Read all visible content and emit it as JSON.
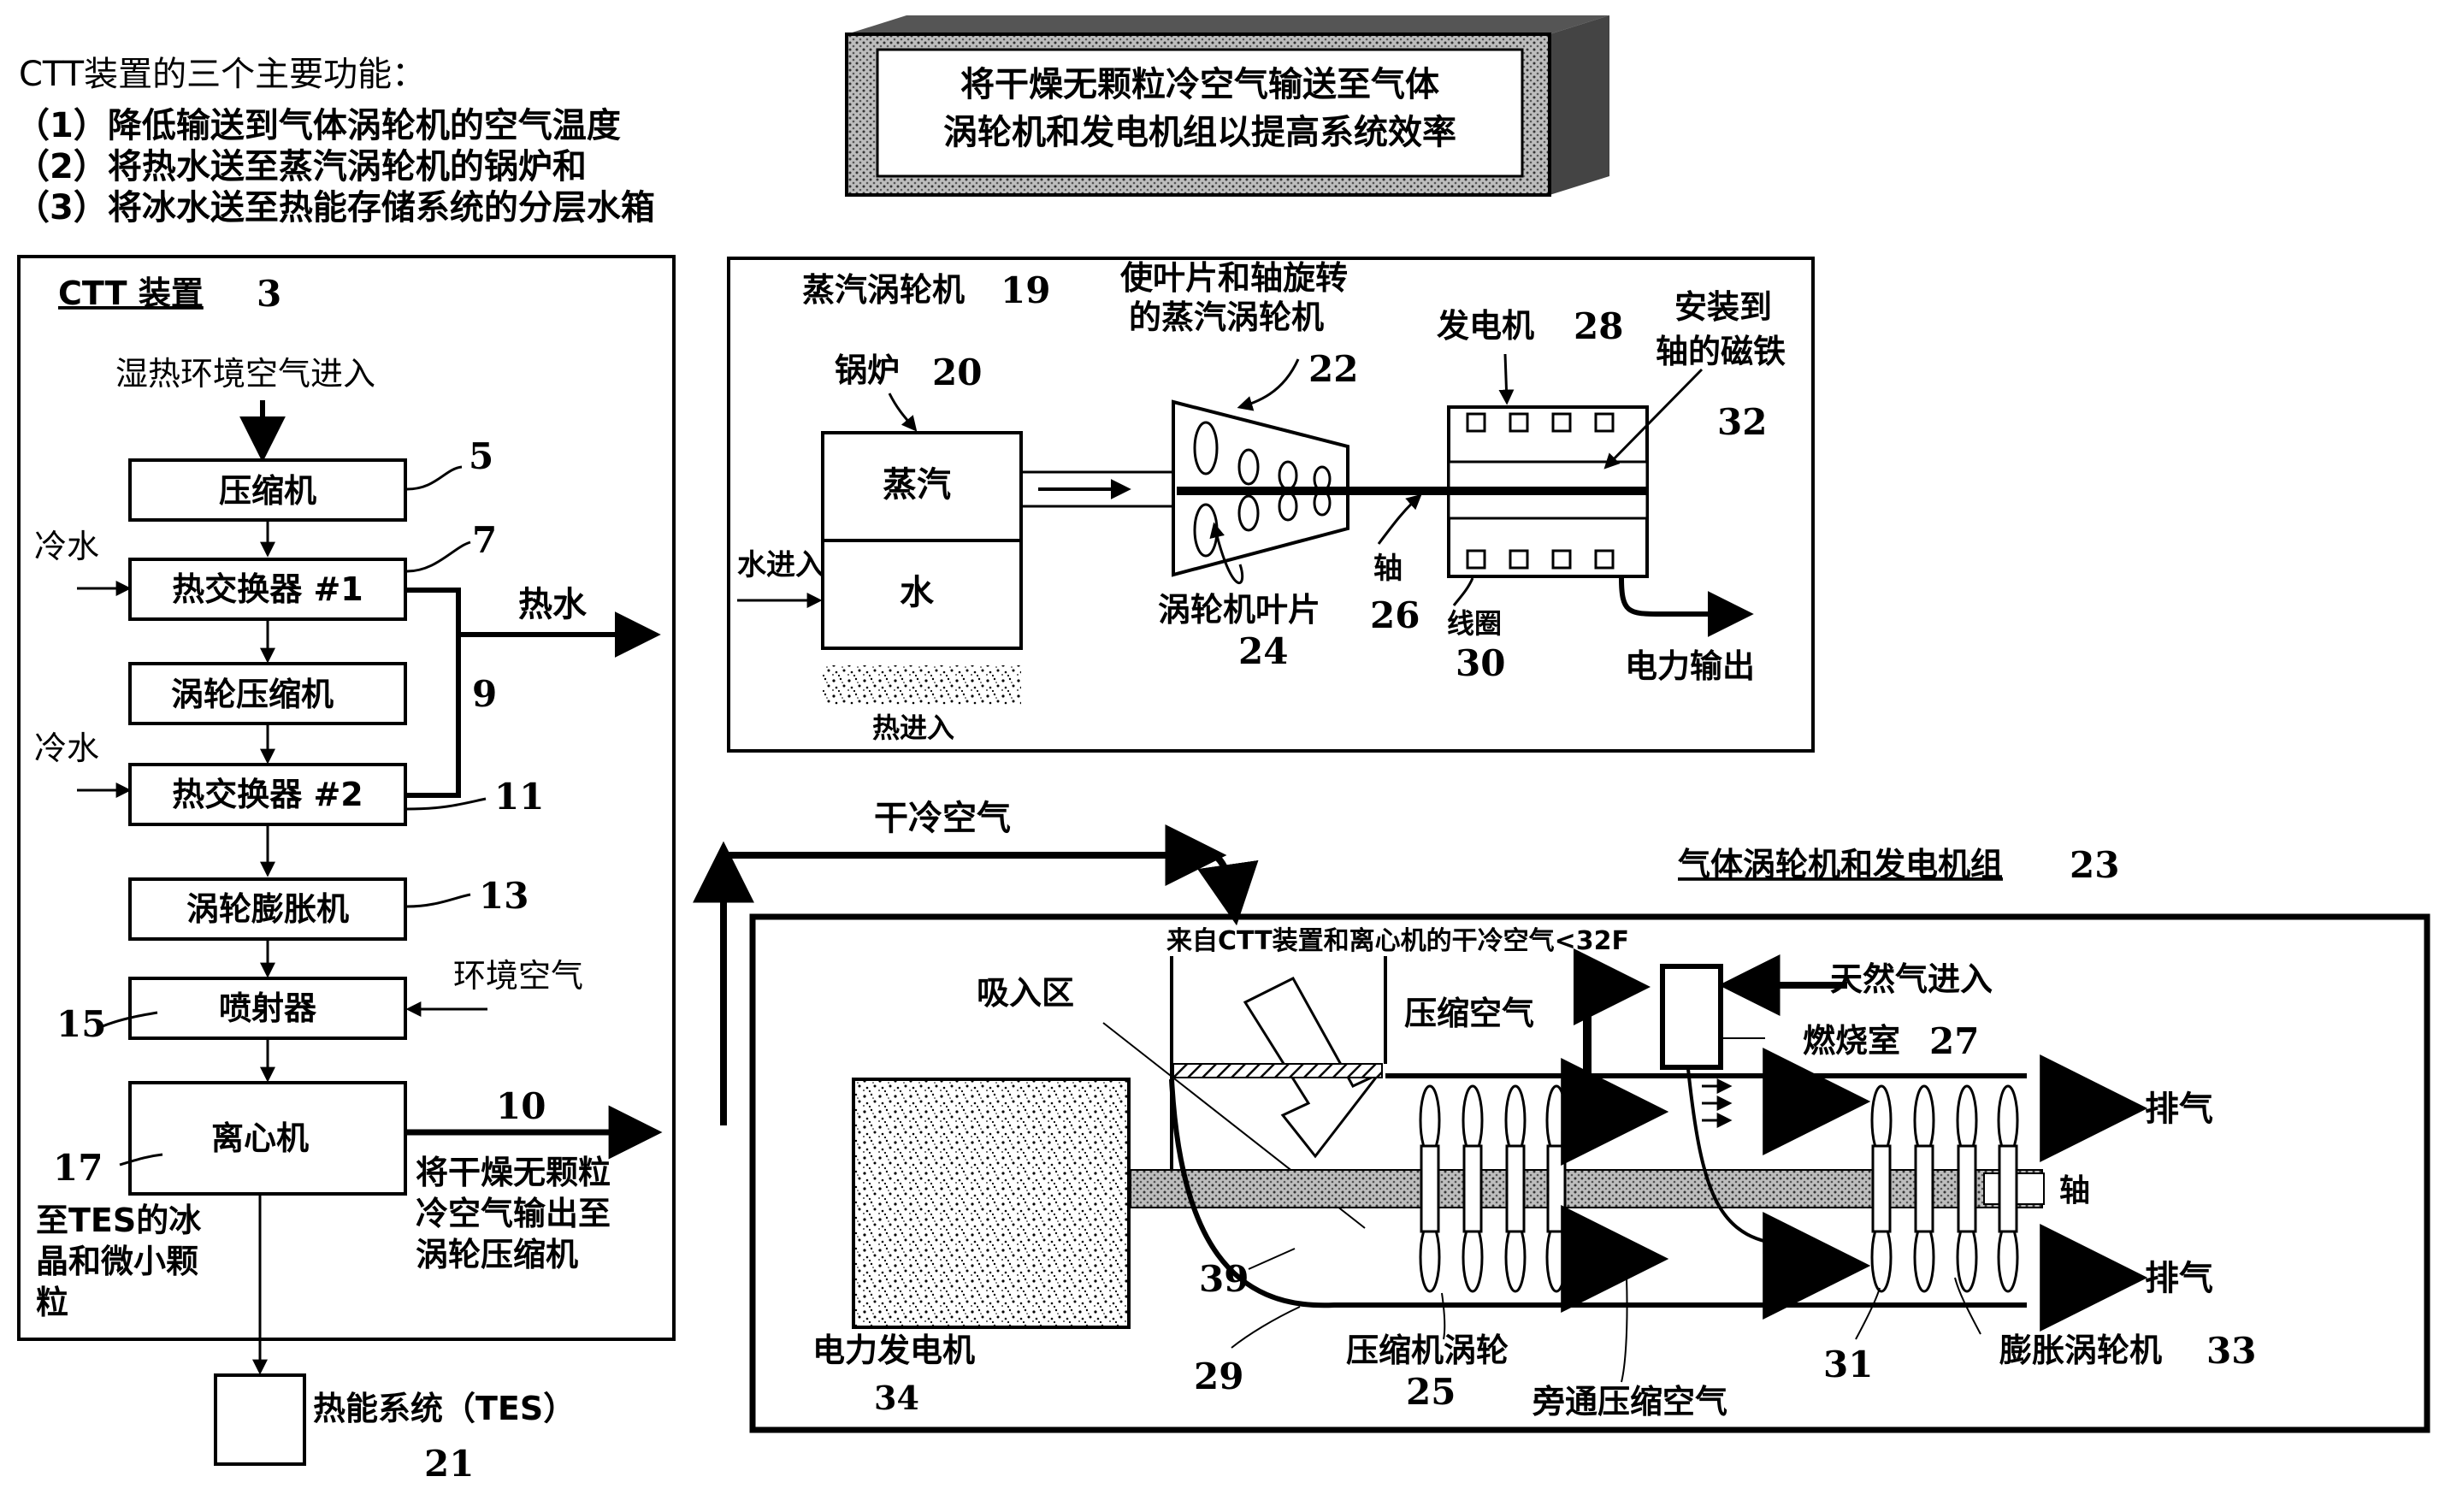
{
  "intro": {
    "title": "CTT装置的三个主要功能：",
    "items": [
      "（1）降低输送到气体涡轮机的空气温度",
      "（2）将热水送至蒸汽涡轮机的锅炉和",
      "（3）将冰水送至热能存储系统的分层水箱"
    ]
  },
  "banner": {
    "line1": "将干燥无颗粒冷空气输送至气体",
    "line2": "涡轮机和发电机组以提高系统效率"
  },
  "ctt": {
    "title": "CTT 装置",
    "title_num": "3",
    "input_label": "湿热环境空气进入",
    "compressor": "压缩机",
    "compressor_num": "5",
    "cold_water_1": "冷水",
    "hx1": "热交换器 #1",
    "hx1_num": "7",
    "hot_water": "热水",
    "turbo_compressor": "涡轮压缩机",
    "turbo_compressor_num": "9",
    "cold_water_2": "冷水",
    "hx2": "热交换器 #2",
    "hx2_num": "11",
    "expander": "涡轮膨胀机",
    "expander_num": "13",
    "ejector": "喷射器",
    "ejector_num": "15",
    "ambient_air": "环境空气",
    "centrifuge": "离心机",
    "centrifuge_num": "17",
    "output_num": "10",
    "output_label": [
      "将干燥无颗粒",
      "冷空气输出至",
      "涡轮压缩机"
    ],
    "tes_label": [
      "至TES的冰",
      "晶和微小颗",
      "粒"
    ],
    "tes_box": "热能系统（TES）",
    "tes_num": "21"
  },
  "steam": {
    "title": "蒸汽涡轮机",
    "title_num": "19",
    "turbine_label": [
      "使叶片和轴旋转",
      "的蒸汽涡轮机"
    ],
    "turbine_num": "22",
    "boiler": "锅炉",
    "boiler_num": "20",
    "steam": "蒸汽",
    "water": "水",
    "water_in": "水进入",
    "heat_in": "热进入",
    "blades": "涡轮机叶片",
    "blades_num": "24",
    "shaft": "轴",
    "shaft_num": "26",
    "generator": "发电机",
    "generator_num": "28",
    "magnets": [
      "安装到",
      "轴的磁铁"
    ],
    "magnets_num": "32",
    "coil": "线圈",
    "coil_num": "30",
    "power_out": "电力输出"
  },
  "gas": {
    "dry_air": "干冷空气",
    "title": "气体涡轮机和发电机组",
    "title_num": "23",
    "source_label": "来自CTT装置和离心机的干冷空气<32F",
    "intake": "吸入区",
    "compressed_air": "压缩空气",
    "natural_gas": "天然气进入",
    "combustor": "燃烧室",
    "combustor_num": "27",
    "exhaust_1": "排气",
    "exhaust_2": "排气",
    "shaft": "轴",
    "num_39": "39",
    "generator": "电力发电机",
    "generator_num": "34",
    "num_29": "29",
    "compressor_turbine": "压缩机涡轮",
    "compressor_turbine_num": "25",
    "bypass": "旁通压缩空气",
    "num_31": "31",
    "expansion_turbine": "膨胀涡轮机",
    "expansion_turbine_num": "33"
  }
}
